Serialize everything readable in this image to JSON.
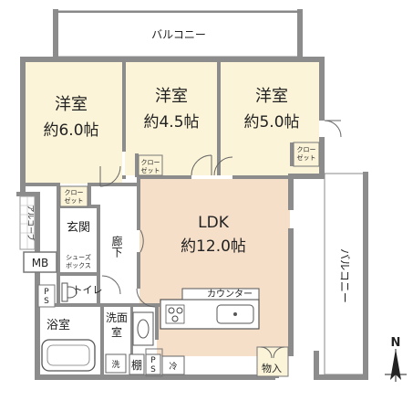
{
  "rooms": {
    "balcony_top": "バルコニー",
    "western_left_name": "洋室",
    "western_left_size": "約6.0帖",
    "western_mid_name": "洋室",
    "western_mid_size": "約4.5帖",
    "western_right_name": "洋室",
    "western_right_size": "約5.0帖",
    "ldk_name": "LDK",
    "ldk_size": "約12.0帖",
    "balcony_right": "バルコニー",
    "alcove": "アルコーブ",
    "entrance": "玄関",
    "corridor": "廊下",
    "mb": "MB",
    "shoe_box_1": "シューズ",
    "shoe_box_2": "ボックス",
    "toilet": "トイレ",
    "ps_left_1": "P",
    "ps_left_2": "S",
    "bath": "浴室",
    "washroom_1": "洗面",
    "washroom_2": "室",
    "washer": "洗",
    "shelf": "棚",
    "ps_mid_1": "P",
    "ps_mid_2": "S",
    "fridge": "冷",
    "counter": "カウンター",
    "storage": "物入",
    "closet_left_1": "クロー",
    "closet_left_2": "ゼット",
    "closet_mid_1": "クロー",
    "closet_mid_2": "ゼット",
    "closet_right_1": "クロー",
    "closet_right_2": "ゼット",
    "north": "N"
  },
  "colors": {
    "wall": "#8c8c8c",
    "ldk_floor": "#f5dfc9",
    "room_floor": "#fbf4d8",
    "wet_floor": "#ffffff",
    "balcony": "#ffffff"
  }
}
